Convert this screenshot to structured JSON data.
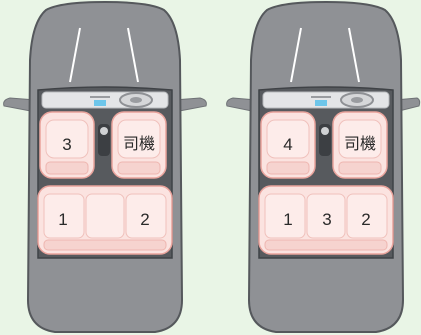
{
  "diagram": {
    "left_car": {
      "front_passenger_label": "3",
      "driver_label": "司機",
      "rear_left_label": "1",
      "rear_middle_label": "",
      "rear_right_label": "2"
    },
    "right_car": {
      "front_passenger_label": "4",
      "driver_label": "司機",
      "rear_left_label": "1",
      "rear_middle_label": "3",
      "rear_right_label": "2"
    }
  },
  "colors": {
    "background": "#e9f5e6",
    "body": "#8f9195",
    "interior": "#575a5e",
    "seat_fill": "#fbe3e0",
    "seat_stroke": "#e9a39c",
    "dashboard_display": "#6ec6ea"
  }
}
